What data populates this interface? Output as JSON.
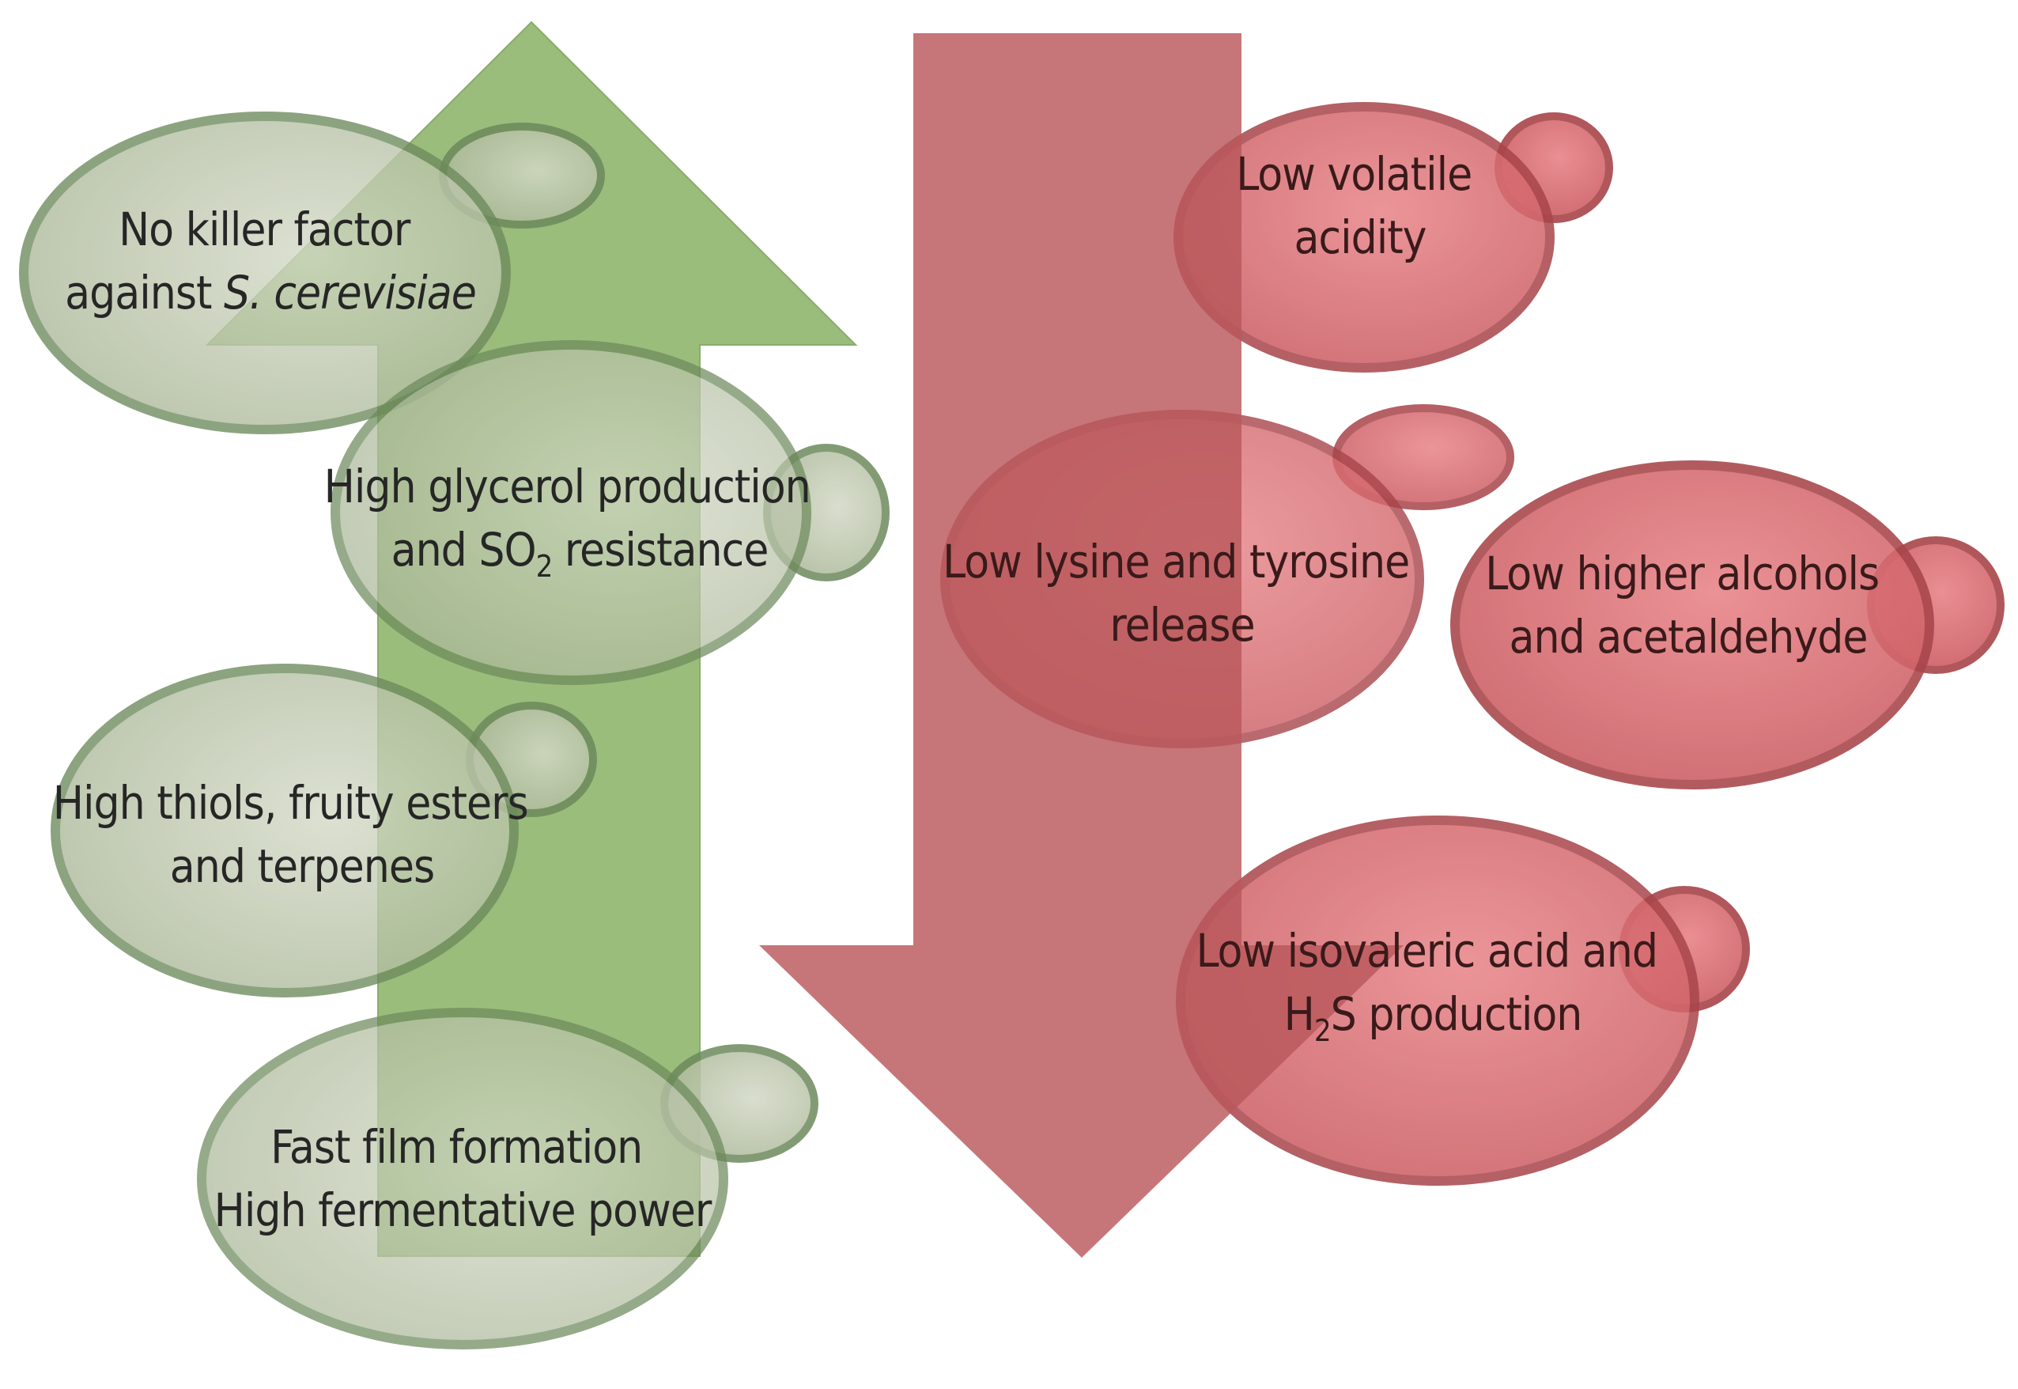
{
  "colors": {
    "up_arrow": "#9bbd7c",
    "down_arrow": "#b9585c",
    "green_cell_fill": "#c6ccb4",
    "green_cell_stroke": "#6d8a5c",
    "red_cell_fill": "#dd7478",
    "red_cell_stroke": "#a8454a"
  },
  "increase_traits": {
    "no_killer": {
      "line1": "No killer factor",
      "line2_prefix": "against ",
      "line2_species": "S. cerevisiae"
    },
    "glycerol": {
      "line1": "High glycerol production",
      "line2_prefix": "and SO",
      "line2_sub": "2",
      "line2_suffix": " resistance"
    },
    "thiols": {
      "line1": "High thiols, fruity esters",
      "line2": "and terpenes"
    },
    "film": {
      "line1": "Fast film formation",
      "line2": "High fermentative power"
    }
  },
  "decrease_traits": {
    "volatile": {
      "line1": "Low volatile",
      "line2": "acidity"
    },
    "lysine": {
      "line1": "Low lysine and tyrosine",
      "line2": "release"
    },
    "alcohols": {
      "line1": "Low higher alcohols",
      "line2": "and acetaldehyde"
    },
    "isovaleric": {
      "line1": "Low isovaleric acid and",
      "line2_prefix": "H",
      "line2_sub": "2",
      "line2_suffix": "S  production"
    }
  }
}
